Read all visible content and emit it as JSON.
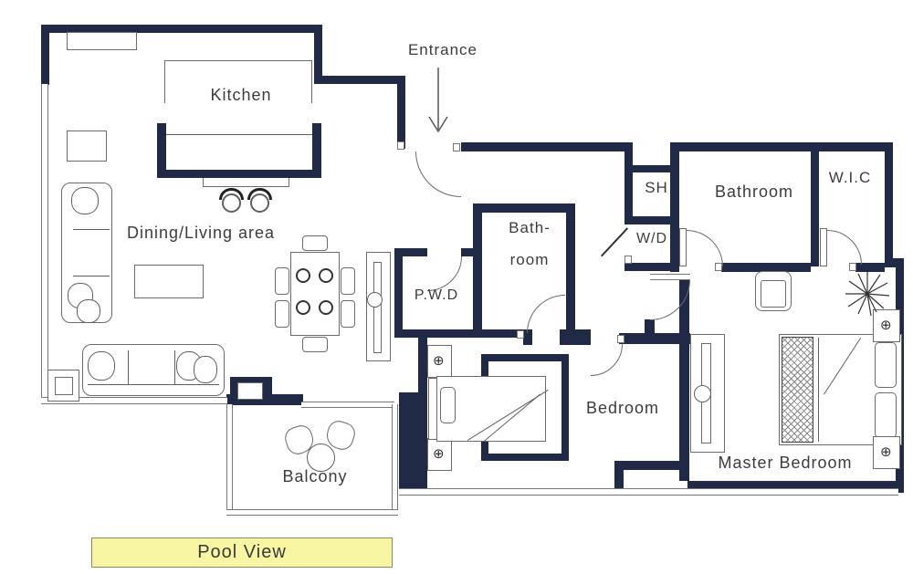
{
  "title": "Apartment floor plan with pool view",
  "colors": {
    "wall": "#202a46",
    "thin_line": "#6b6b6b",
    "label_text": "#3c3c3c",
    "pool_banner_bg": "#f8f5a3",
    "pool_banner_text": "#3a3a3a"
  },
  "labels": {
    "entrance": "Entrance",
    "kitchen": "Kitchen",
    "dining_living": "Dining/Living area",
    "bath_small_line1": "Bath-",
    "bath_small_line2": "room",
    "pwd": "P.W.D",
    "sh": "SH",
    "wd": "W/D",
    "bathroom": "Bathroom",
    "wic": "W.I.C",
    "bedroom": "Bedroom",
    "master_bedroom": "Master Bedroom",
    "balcony": "Balcony",
    "pool_view": "Pool View"
  }
}
